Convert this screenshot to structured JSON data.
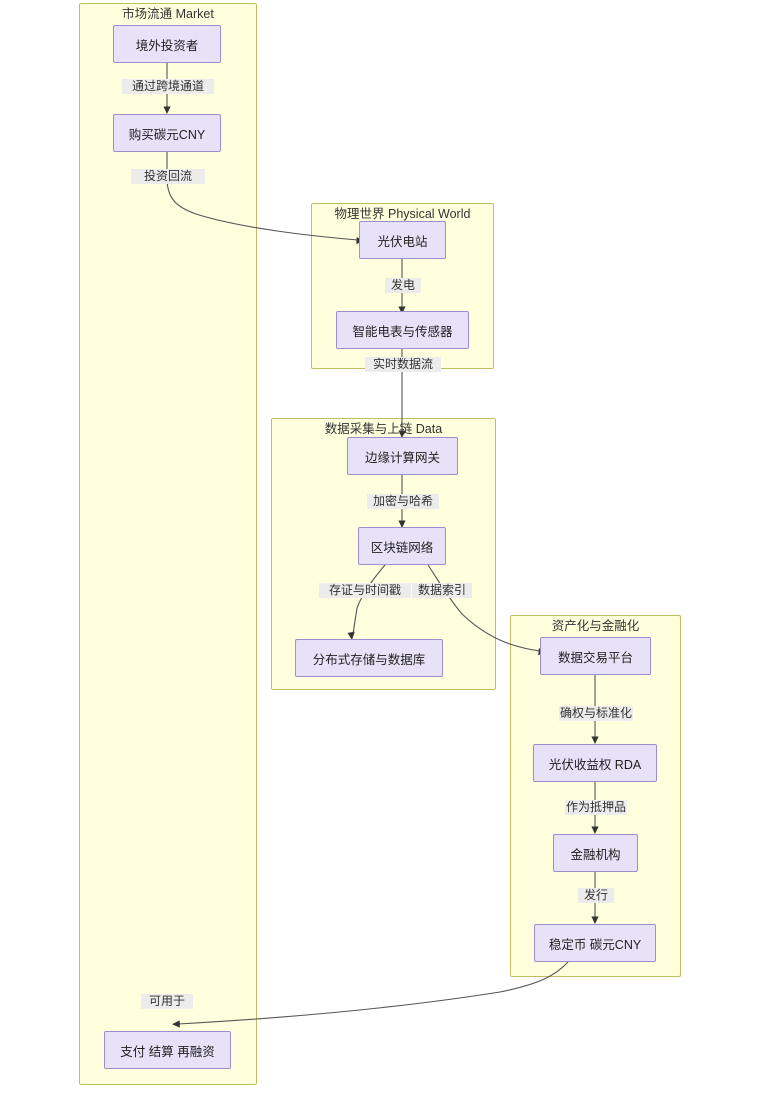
{
  "diagram": {
    "type": "flowchart",
    "direction": "top-down",
    "theme": {
      "node_fill": "#e7e2f7",
      "node_stroke": "#9c8ed1",
      "cluster_fill": "#ffffde",
      "cluster_stroke": "#bfbf62",
      "edge_stroke": "#555555",
      "edge_label_bg": "#ececec",
      "background": "#ffffff"
    },
    "clusters": [
      {
        "id": "market",
        "title": "市场流通 Market"
      },
      {
        "id": "physical",
        "title": "物理世界 Physical World"
      },
      {
        "id": "data",
        "title": "数据采集与上链 Data"
      },
      {
        "id": "asset",
        "title": "资产化与金融化"
      }
    ],
    "nodes": [
      {
        "id": "investor",
        "label": "境外投资者",
        "cluster": "market"
      },
      {
        "id": "buycny",
        "label": "购买碳元CNY",
        "cluster": "market"
      },
      {
        "id": "payment",
        "label": "支付 结算 再融资",
        "cluster": "market"
      },
      {
        "id": "pvplant",
        "label": "光伏电站",
        "cluster": "physical"
      },
      {
        "id": "meter",
        "label": "智能电表与传感器",
        "cluster": "physical"
      },
      {
        "id": "gateway",
        "label": "边缘计算网关",
        "cluster": "data"
      },
      {
        "id": "chain",
        "label": "区块链网络",
        "cluster": "data"
      },
      {
        "id": "storage",
        "label": "分布式存储与数据库",
        "cluster": "data"
      },
      {
        "id": "exchange",
        "label": "数据交易平台",
        "cluster": "asset"
      },
      {
        "id": "rda",
        "label": "光伏收益权 RDA",
        "cluster": "asset"
      },
      {
        "id": "finance",
        "label": "金融机构",
        "cluster": "asset"
      },
      {
        "id": "stablecoin",
        "label": "稳定币 碳元CNY",
        "cluster": "asset"
      }
    ],
    "edges": [
      {
        "from": "investor",
        "to": "buycny",
        "label": "通过跨境通道"
      },
      {
        "from": "buycny",
        "to": "pvplant",
        "label": "投资回流"
      },
      {
        "from": "pvplant",
        "to": "meter",
        "label": "发电"
      },
      {
        "from": "meter",
        "to": "gateway",
        "label": "实时数据流"
      },
      {
        "from": "gateway",
        "to": "chain",
        "label": "加密与哈希"
      },
      {
        "from": "chain",
        "to": "storage",
        "label": "存证与时间戳"
      },
      {
        "from": "chain",
        "to": "exchange",
        "label": "数据索引"
      },
      {
        "from": "exchange",
        "to": "rda",
        "label": "确权与标准化"
      },
      {
        "from": "rda",
        "to": "finance",
        "label": "作为抵押品"
      },
      {
        "from": "finance",
        "to": "stablecoin",
        "label": "发行"
      },
      {
        "from": "stablecoin",
        "to": "payment",
        "label": "可用于"
      }
    ]
  }
}
